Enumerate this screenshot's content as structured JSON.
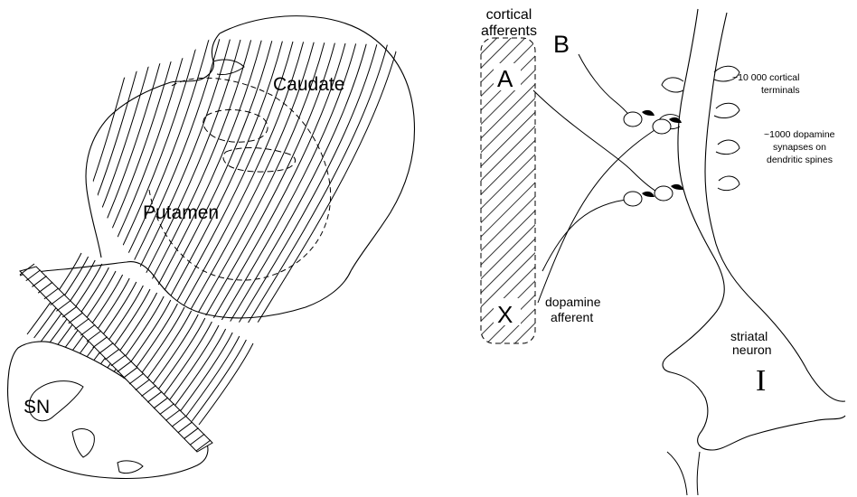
{
  "panel_a": {
    "caudate_label": "Caudate",
    "putamen_label": "Putamen",
    "sn_label": "SN"
  },
  "panel_b": {
    "cortical_afferents_line1": "cortical",
    "cortical_afferents_line2": "afferents",
    "letter_b": "B",
    "letter_a": "A",
    "letter_x": "X",
    "dopamine_afferent_line1": "dopamine",
    "dopamine_afferent_line2": "afferent",
    "cortical_terminals_line1": "~10 000 cortical",
    "cortical_terminals_line2": "terminals",
    "dopamine_synapses_line1": "~1000 dopamine",
    "dopamine_synapses_line2": "synapses on",
    "dopamine_synapses_line3": "dendritic spines",
    "striatal_neuron_line1": "striatal",
    "striatal_neuron_line2": "neuron",
    "letter_i": "I"
  }
}
